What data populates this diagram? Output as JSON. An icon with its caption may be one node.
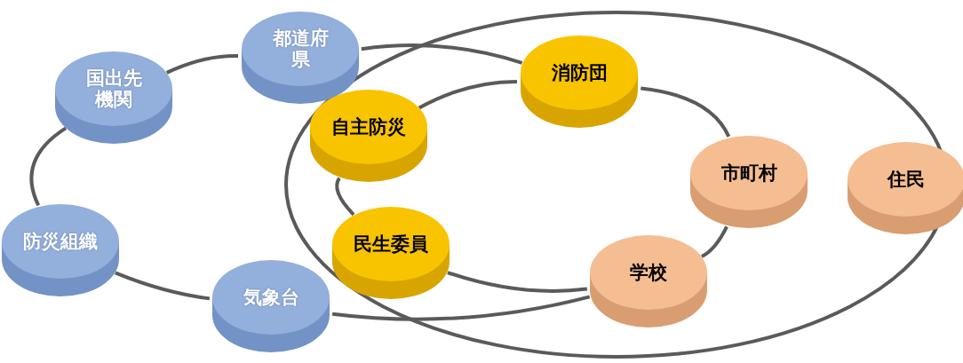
{
  "diagram": {
    "nodes": [
      {
        "text": [
          "都道府県"
        ]
      },
      {
        "text": [
          "消防団"
        ]
      },
      {
        "text": [
          "国出先機関"
        ]
      },
      {
        "text": [
          "自主防災"
        ]
      },
      {
        "text": [
          "市町村"
        ]
      },
      {
        "text": [
          "住民"
        ]
      },
      {
        "text": [
          "防災組織"
        ]
      },
      {
        "text": [
          "民生委員"
        ]
      },
      {
        "text": [
          "学校"
        ]
      },
      {
        "text": [
          "気象台"
        ]
      }
    ],
    "edges": [
      {
        "from": 0,
        "to": 2,
        "arrow": "none"
      },
      {
        "from": 2,
        "to": 6,
        "arrow": "none"
      },
      {
        "from": 6,
        "to": 9,
        "arrow": "none"
      },
      {
        "from": 9,
        "to": 8,
        "arrow": "none"
      },
      {
        "from": 0,
        "to": 1,
        "arrow": "none"
      },
      {
        "from": 3,
        "to": 1,
        "arrow": "none"
      },
      {
        "from": 1,
        "to": 4,
        "arrow": "none"
      },
      {
        "from": 4,
        "to": 8,
        "arrow": "none"
      },
      {
        "from": 8,
        "to": 7,
        "arrow": "none"
      },
      {
        "from": 7,
        "to": 3,
        "arrow": "none"
      }
    ]
  }
}
